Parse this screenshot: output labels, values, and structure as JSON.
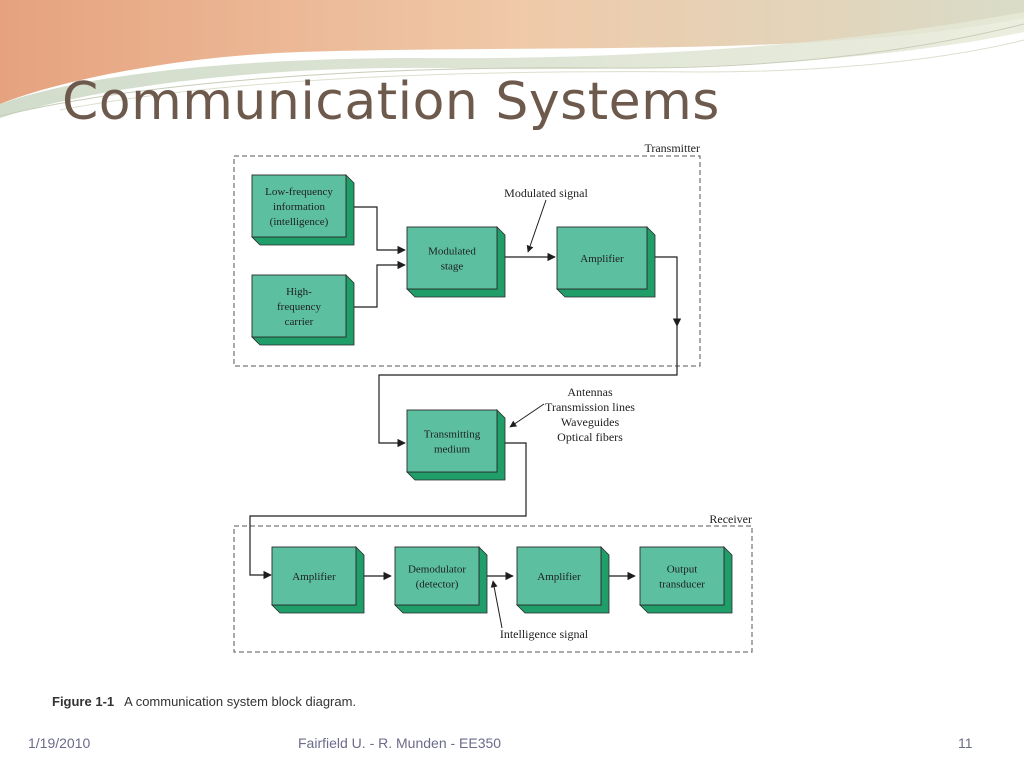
{
  "slide": {
    "title": "Communication Systems"
  },
  "diagram": {
    "transmitter_label": "Transmitter",
    "receiver_label": "Receiver",
    "blocks": {
      "lf_info": [
        "Low-frequency",
        "information",
        "(intelligence)"
      ],
      "hf_carrier": [
        "High-",
        "frequency",
        "carrier"
      ],
      "modulated_stage": [
        "Modulated",
        "stage"
      ],
      "tx_amplifier": [
        "Amplifier"
      ],
      "transmitting_medium": [
        "Transmitting",
        "medium"
      ],
      "rx_amplifier_1": [
        "Amplifier"
      ],
      "demodulator": [
        "Demodulator",
        "(detector)"
      ],
      "rx_amplifier_2": [
        "Amplifier"
      ],
      "output_transducer": [
        "Output",
        "transducer"
      ]
    },
    "annotations": {
      "modulated_signal": "Modulated signal",
      "media": [
        "Antennas",
        "Transmission lines",
        "Waveguides",
        "Optical fibers"
      ],
      "intelligence_signal": "Intelligence signal"
    },
    "colors": {
      "block_face": "#5cc0a0",
      "block_side": "#1f9e6a",
      "block_border": "#2a2a2a"
    }
  },
  "caption": {
    "figure_number": "Figure 1-1",
    "text": "A communication system block diagram."
  },
  "footer": {
    "date": "1/19/2010",
    "center": "Fairfield U. -  R. Munden - EE350",
    "page": "11"
  }
}
